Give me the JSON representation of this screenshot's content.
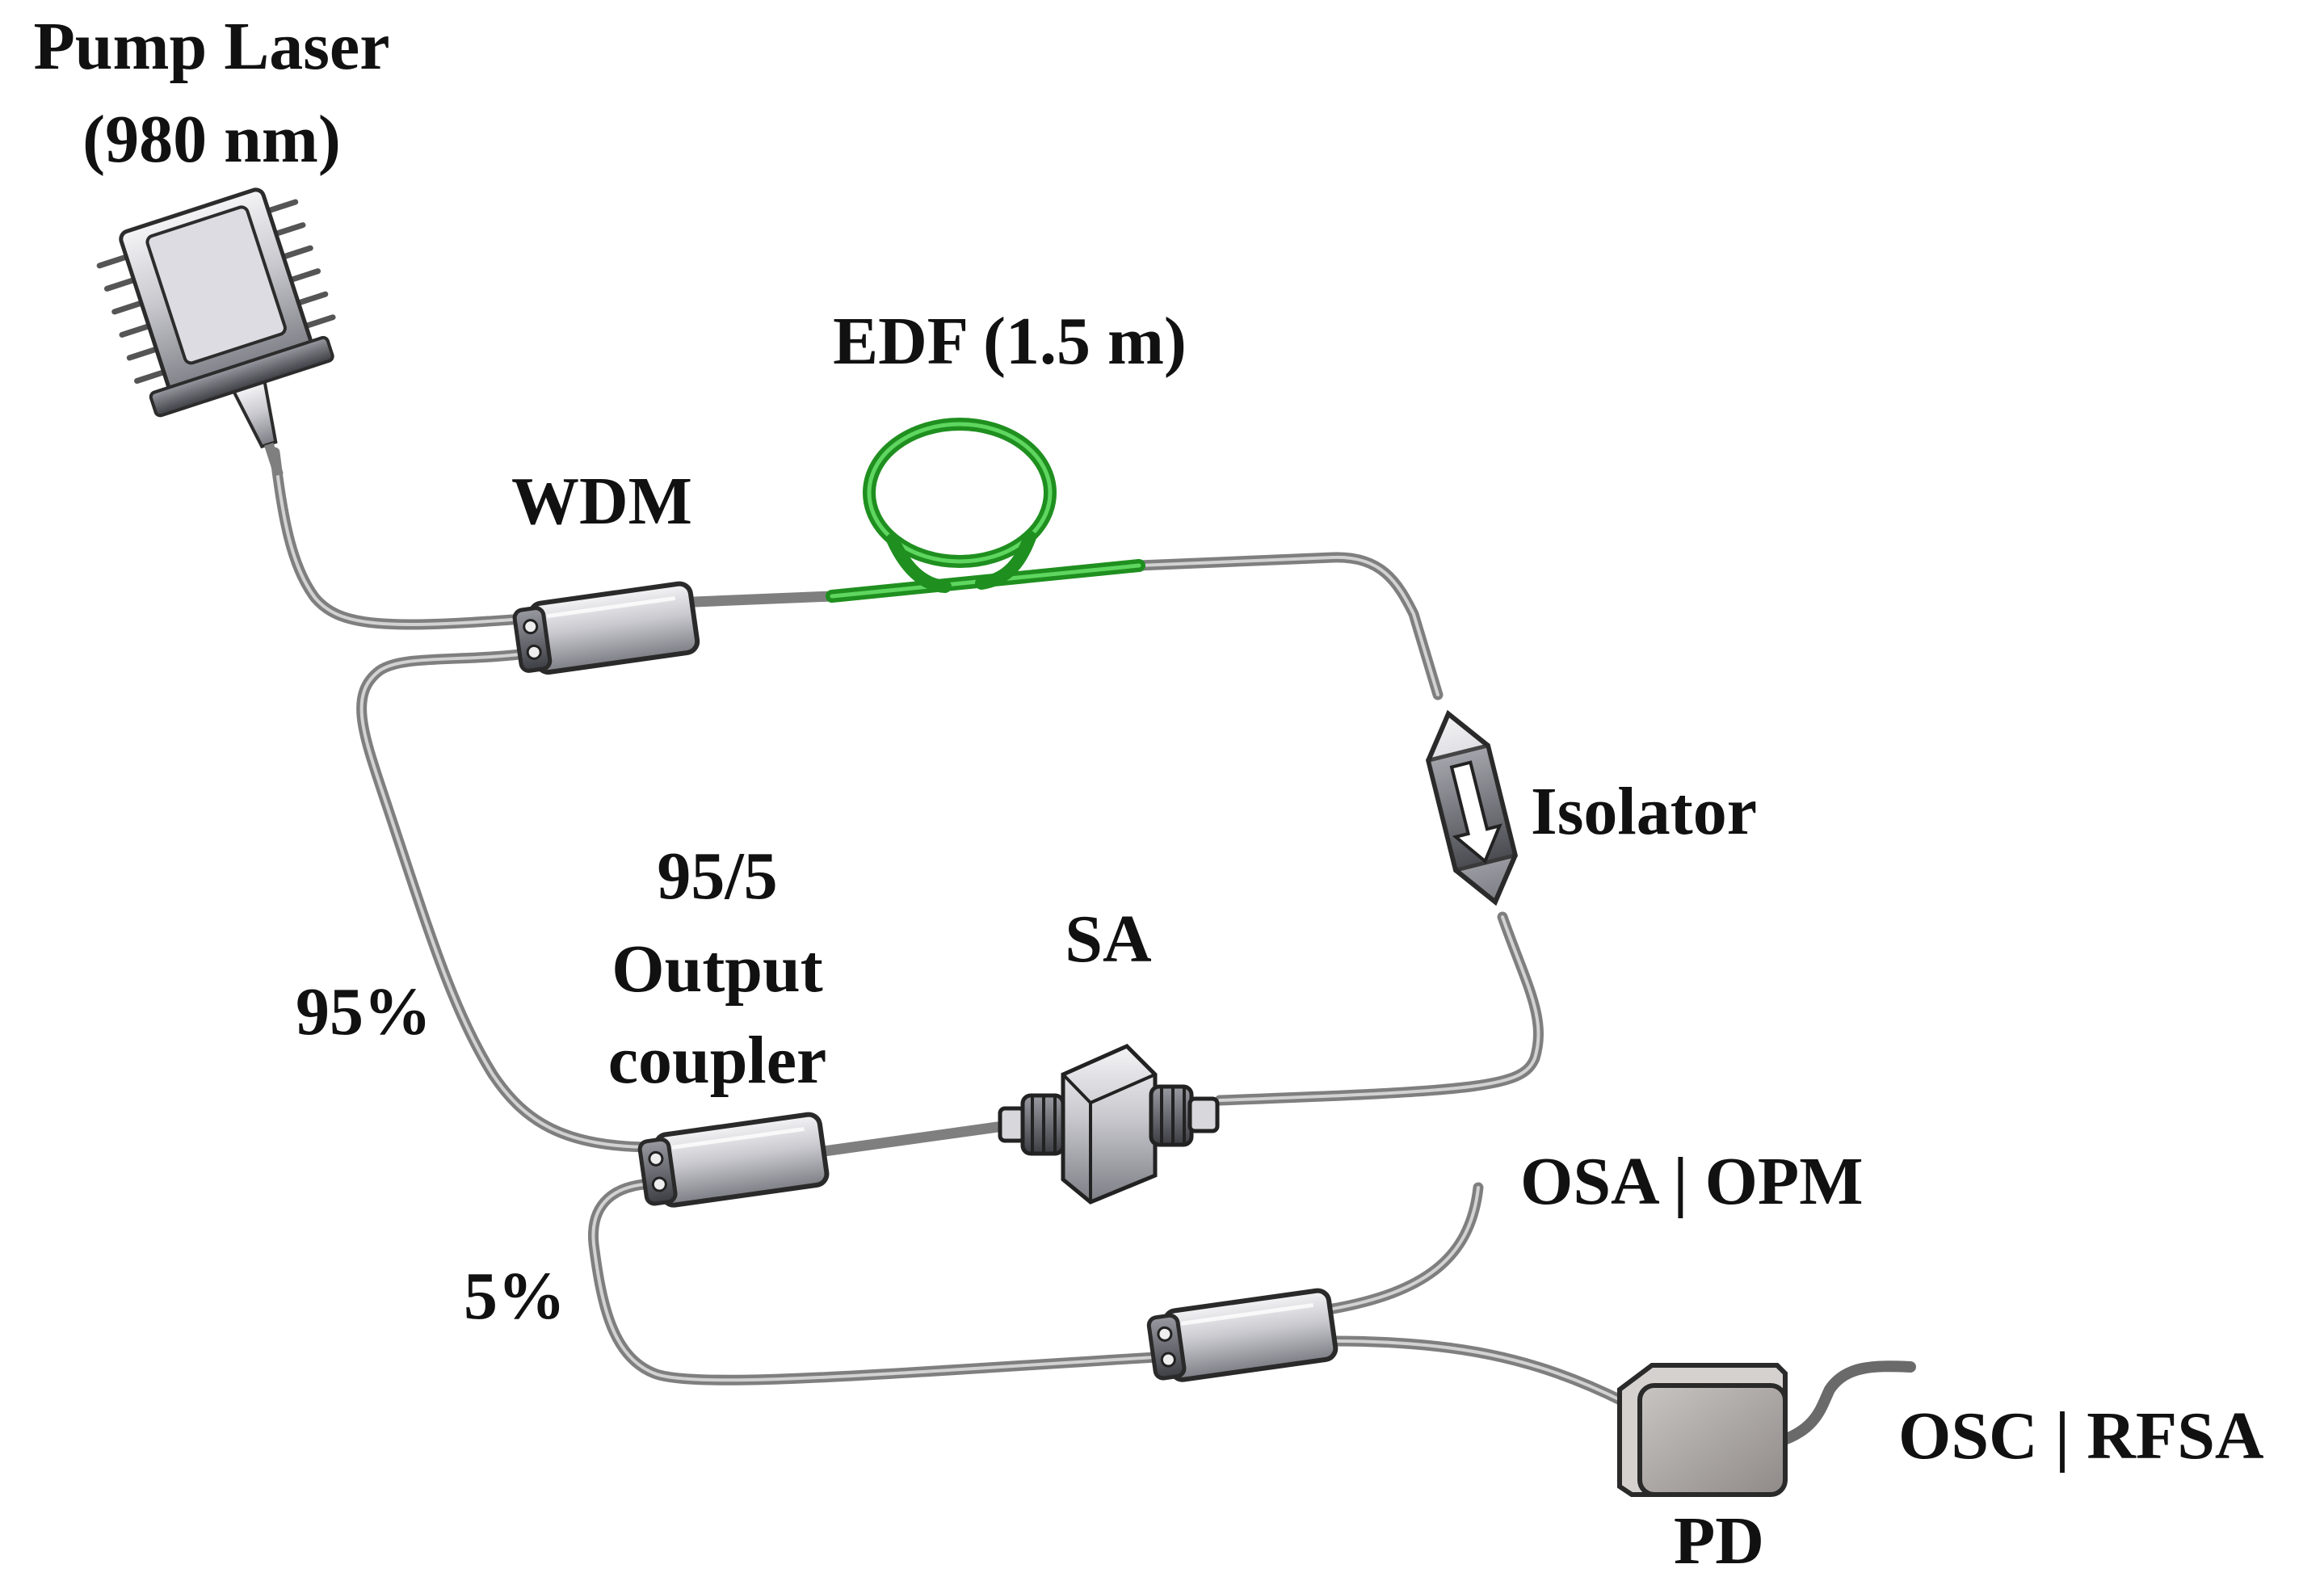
{
  "labels": {
    "pump_line1": "Pump Laser",
    "pump_line2": "(980 nm)",
    "edf": "EDF (1.5 m)",
    "wdm": "WDM",
    "isolator": "Isolator",
    "coupler_line1": "95/5",
    "coupler_line2": "Output",
    "coupler_line3": "coupler",
    "sa": "SA",
    "pct95": "95%",
    "pct5": "5%",
    "osa_opm": "OSA | OPM",
    "osc_rfsa": "OSC | RFSA",
    "pd": "PD"
  },
  "colors": {
    "fiber": "#7f7f7f",
    "edf_fiber": "#1f8f1f",
    "component_body": "#c8c8cc",
    "photodetector": "#b4b0ae"
  }
}
